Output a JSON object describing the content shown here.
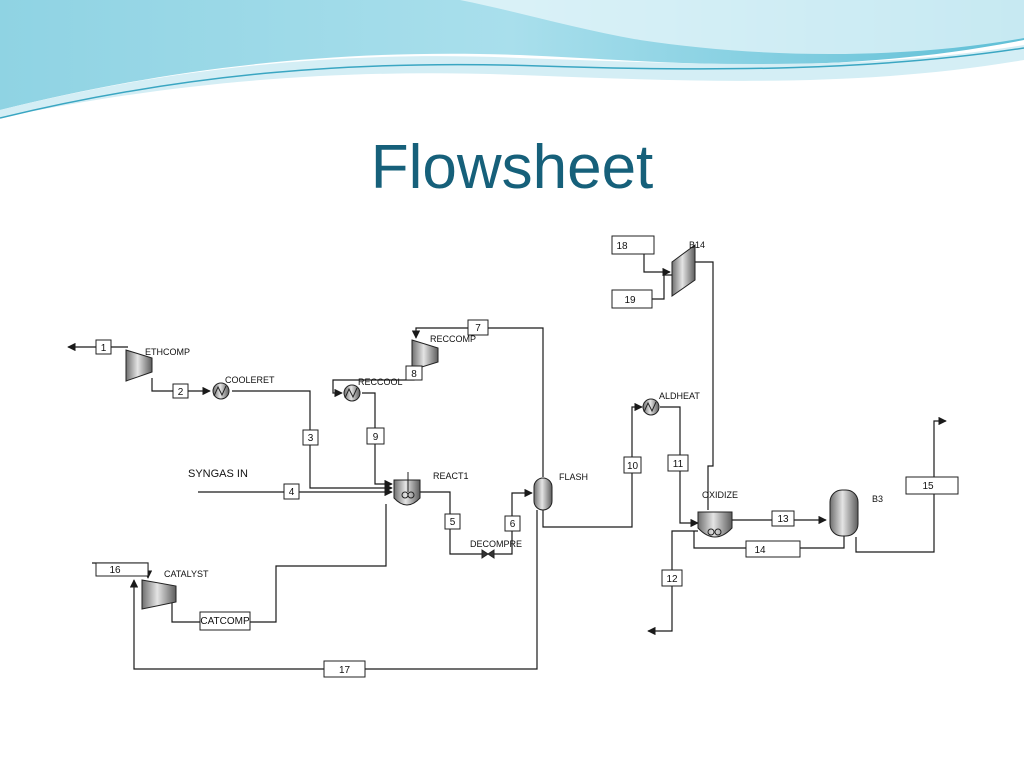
{
  "slide": {
    "title": "Flowsheet",
    "colors": {
      "title": "#16607a",
      "wave_dark": "#4fb6cf",
      "wave_light": "#b9e4ef"
    }
  },
  "flowsheet": {
    "feed_label": "SYNGAS IN",
    "blocks": {
      "ethcomp": "ETHCOMP",
      "cooleret": "COOLERET",
      "reccomp": "RECCOMP",
      "reccool": "RECCOOL",
      "react1": "REACT1",
      "decompre": "DECOMPRE",
      "flash": "FLASH",
      "catalyst": "CATALYST",
      "catcomp": "CATCOMP",
      "b14": "B14",
      "aldheat": "ALDHEAT",
      "oxidize": "OXIDIZE",
      "b3": "B3"
    },
    "streams": {
      "s1": "1",
      "s2": "2",
      "s3": "3",
      "s4": "4",
      "s5": "5",
      "s6": "6",
      "s7": "7",
      "s8": "8",
      "s9": "9",
      "s10": "10",
      "s11": "11",
      "s12": "12",
      "s13": "13",
      "s14": "14",
      "s15": "15",
      "s16": "16",
      "s17": "17",
      "s18": "18",
      "s19": "19"
    }
  }
}
